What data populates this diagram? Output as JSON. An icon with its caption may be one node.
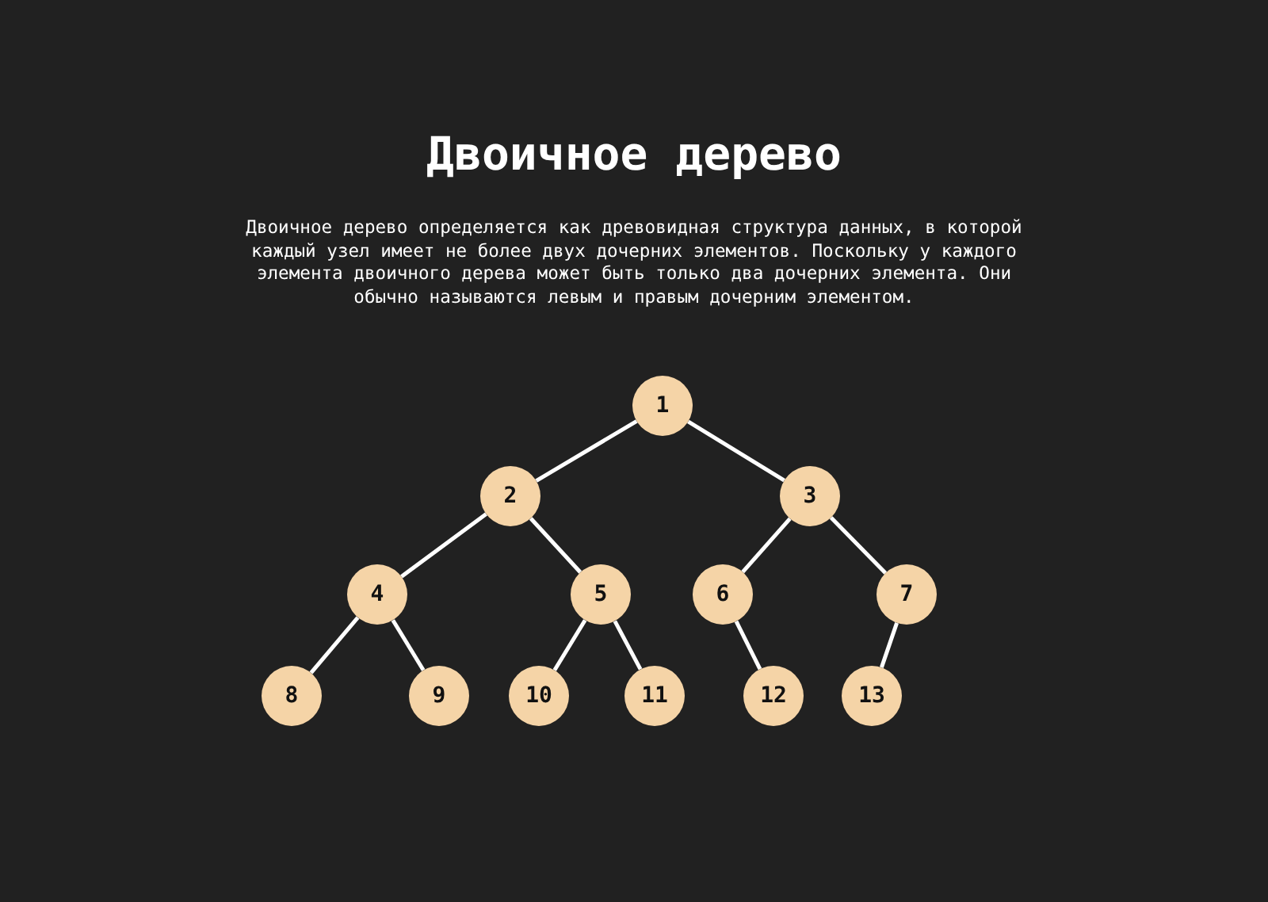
{
  "diagram": {
    "title": "Двоичное дерево",
    "caption": "Двоичное дерево определяется как древовидная структура данных, в которой каждый узел имеет не более двух дочерних элементов. Поскольку у каждого элемента двоичного дерева может быть только два дочерних элемента. Они обычно называются левым и правым дочерним элементом.",
    "nodes": [
      {
        "text": [
          "1"
        ]
      },
      {
        "text": [
          "2"
        ]
      },
      {
        "text": [
          "3"
        ]
      },
      {
        "text": [
          "4"
        ]
      },
      {
        "text": [
          "5"
        ]
      },
      {
        "text": [
          "6"
        ]
      },
      {
        "text": [
          "7"
        ]
      },
      {
        "text": [
          "8"
        ]
      },
      {
        "text": [
          "9"
        ]
      },
      {
        "text": [
          "10"
        ]
      },
      {
        "text": [
          "11"
        ]
      },
      {
        "text": [
          "12"
        ]
      },
      {
        "text": [
          "13"
        ]
      }
    ],
    "edges": [
      {
        "from": 0,
        "to": 1,
        "arrow": "none"
      },
      {
        "from": 0,
        "to": 2,
        "arrow": "none"
      },
      {
        "from": 1,
        "to": 3,
        "arrow": "none"
      },
      {
        "from": 1,
        "to": 4,
        "arrow": "none"
      },
      {
        "from": 2,
        "to": 5,
        "arrow": "none"
      },
      {
        "from": 2,
        "to": 6,
        "arrow": "none"
      },
      {
        "from": 3,
        "to": 7,
        "arrow": "none"
      },
      {
        "from": 3,
        "to": 8,
        "arrow": "none"
      },
      {
        "from": 4,
        "to": 9,
        "arrow": "none"
      },
      {
        "from": 4,
        "to": 10,
        "arrow": "none"
      },
      {
        "from": 5,
        "to": 11,
        "arrow": "none"
      },
      {
        "from": 6,
        "to": 12,
        "arrow": "none"
      }
    ]
  }
}
